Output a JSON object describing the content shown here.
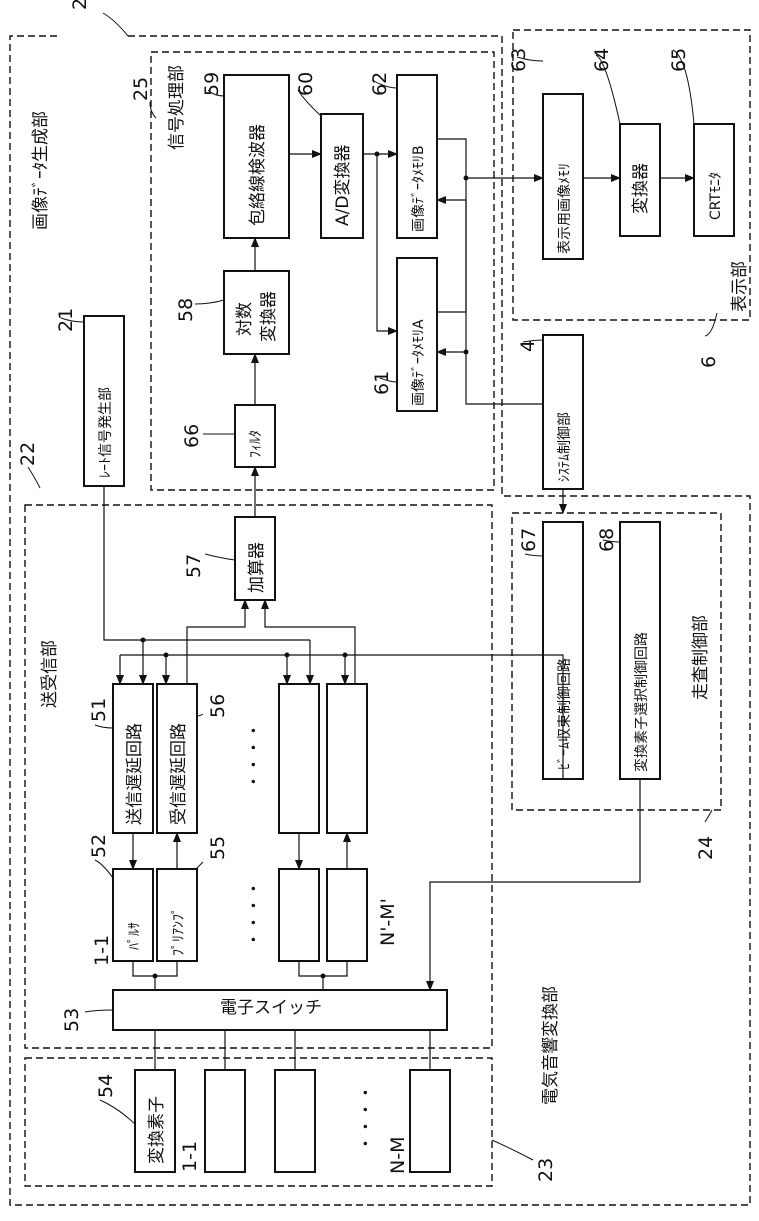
{
  "labels": {
    "image_data_gen": "画像ﾃﾞｰﾀ生成部",
    "signal_proc": "信号処理部",
    "display": "表示部",
    "transceiver": "送受信部",
    "scan_ctrl": "走査制御部",
    "electroacoustic": "電気音響変換部"
  },
  "blocks": {
    "envelope": "包絡線検波器",
    "ad": "A/D変換器",
    "memB": "画像ﾃﾞｰﾀﾒﾓﾘB",
    "memA": "画像ﾃﾞｰﾀﾒﾓﾘA",
    "log1": "対数",
    "log2": "変換器",
    "filter": "ﾌｨﾙﾀ",
    "disp_mem": "表示用画像ﾒﾓﾘ",
    "converter": "変換器",
    "crt": "CRTﾓﾆﾀ",
    "rate": "ﾚｰﾄ信号発生部",
    "sysctrl": "ｼｽﾃﾑ制御部",
    "adder": "加算器",
    "beam": "ﾋﾞｰﾑ収束制御回路",
    "elemsel": "変換素子選択制御回路",
    "txdelay": "送信遅延回路",
    "rxdelay": "受信遅延回路",
    "pulser": "ﾊﾟﾙｻ",
    "preamp": "ﾌﾟﾘｱﾝﾌﾟ",
    "eswitch": "電子スイッチ",
    "transducer": "変換素子"
  },
  "refs": {
    "r2": "2",
    "r25": "25",
    "r59": "59",
    "r60": "60",
    "r62": "62",
    "r63": "63",
    "r64": "64",
    "r65": "65",
    "r21": "21",
    "r58": "58",
    "r61": "61",
    "r4": "4",
    "r6": "6",
    "r66": "66",
    "r22": "22",
    "r57": "57",
    "r67": "67",
    "r68": "68",
    "r51": "51",
    "r56": "56",
    "r52": "52",
    "r55": "55",
    "r53": "53",
    "r54": "54",
    "r23": "23",
    "r24": "24",
    "i11a": "1-1",
    "i11b": "1-1",
    "nm1": "N'-M'",
    "nm2": "N-M",
    "dots1": "・・・・",
    "dots2": "・・・・",
    "dots3": "・・・・"
  }
}
